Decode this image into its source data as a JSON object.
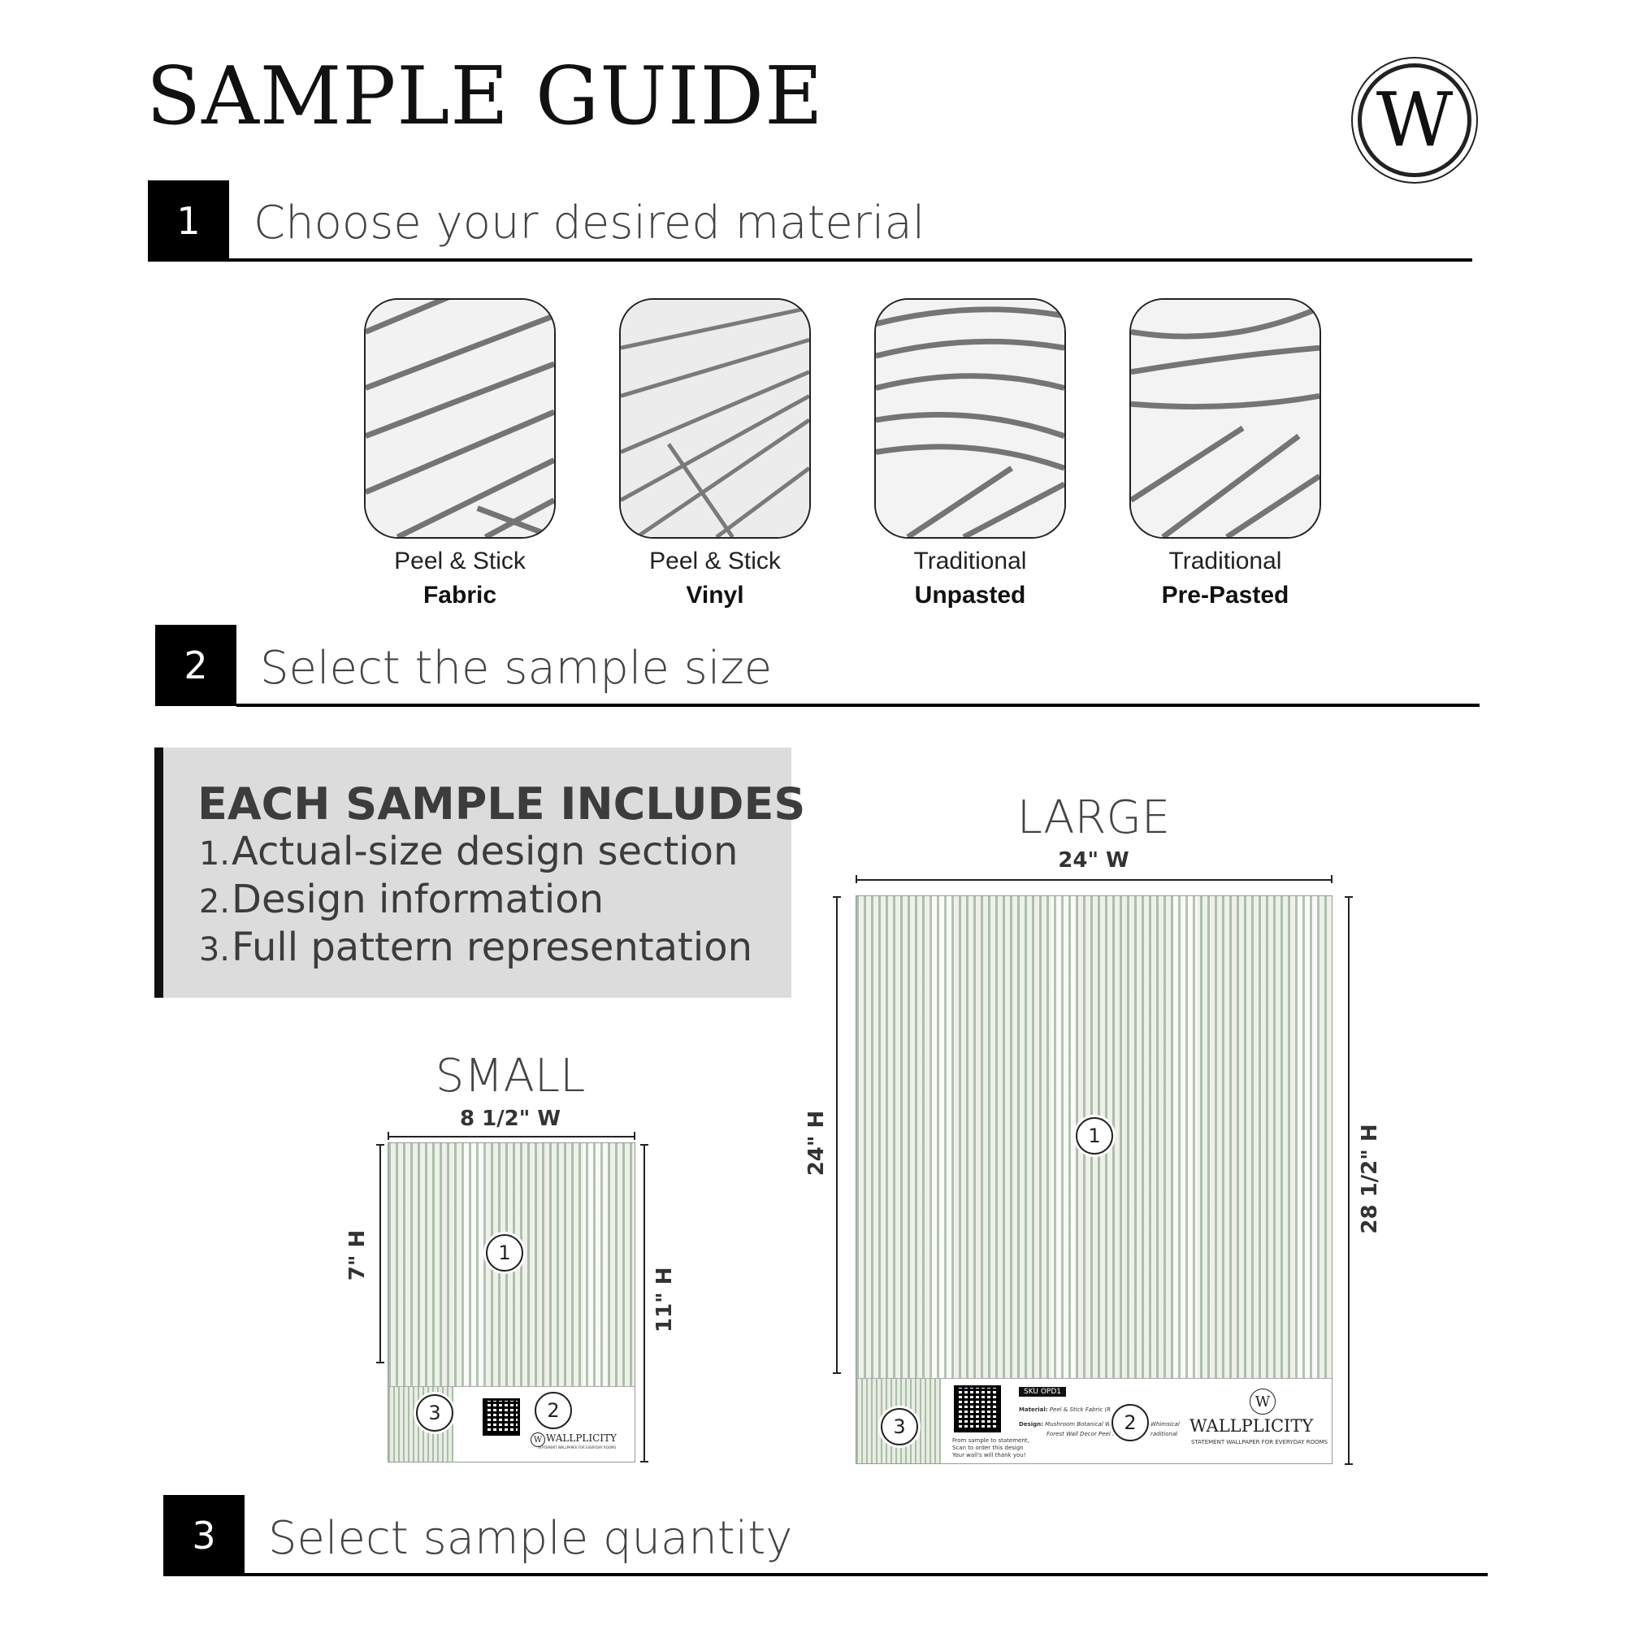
{
  "title": "SAMPLE GUIDE",
  "logo": {
    "letter": "W"
  },
  "steps": [
    {
      "number": "1",
      "text": "Choose your desired material"
    },
    {
      "number": "2",
      "text": "Select the sample size"
    },
    {
      "number": "3",
      "text": "Select sample quantity"
    }
  ],
  "materials": [
    {
      "line1": "Peel & Stick",
      "line2": "Fabric"
    },
    {
      "line1": "Peel & Stick",
      "line2": "Vinyl"
    },
    {
      "line1": "Traditional",
      "line2": "Unpasted"
    },
    {
      "line1": "Traditional",
      "line2": "Pre-Pasted"
    }
  ],
  "includes": {
    "title": "EACH SAMPLE INCLUDES",
    "items": [
      {
        "num": "1.",
        "text": "Actual-size design section"
      },
      {
        "num": "2.",
        "text": "Design information"
      },
      {
        "num": "3.",
        "text": "Full pattern representation"
      }
    ]
  },
  "small": {
    "label": "SMALL",
    "width": "8 1/2\" W",
    "height_inner": "7\" H",
    "height_total": "11\" H"
  },
  "large": {
    "label": "LARGE",
    "width": "24\" W",
    "height_inner": "24\" H",
    "height_total": "28 1/2\" H"
  },
  "callouts": {
    "one": "1",
    "two": "2",
    "three": "3"
  },
  "large_footer": {
    "sku": "SKU OPD1",
    "material_label": "Material:",
    "material_value": "Peel & Stick Fabric (R",
    "design_label": "Design:",
    "design_value": "Mushroom Botanical W",
    "design_value_2": "Whimsical",
    "design_value_3": "Forest Wall Decor Peel a",
    "design_value_4": "raditional",
    "qr_caption_1": "From sample to statement,",
    "qr_caption_2": "Scan to order this design",
    "qr_caption_3": "Your wall's will thank you!",
    "brand": "WALLPLICITY",
    "tagline": "STATEMENT WALLPAPER FOR EVERYDAY ROOMS",
    "logo_letter": "W"
  },
  "small_footer": {
    "brand": "WALLPLICITY",
    "tagline": "STATEMENT WALLPAPER FOR EVERYDAY ROOMS",
    "logo_letter": "W"
  }
}
